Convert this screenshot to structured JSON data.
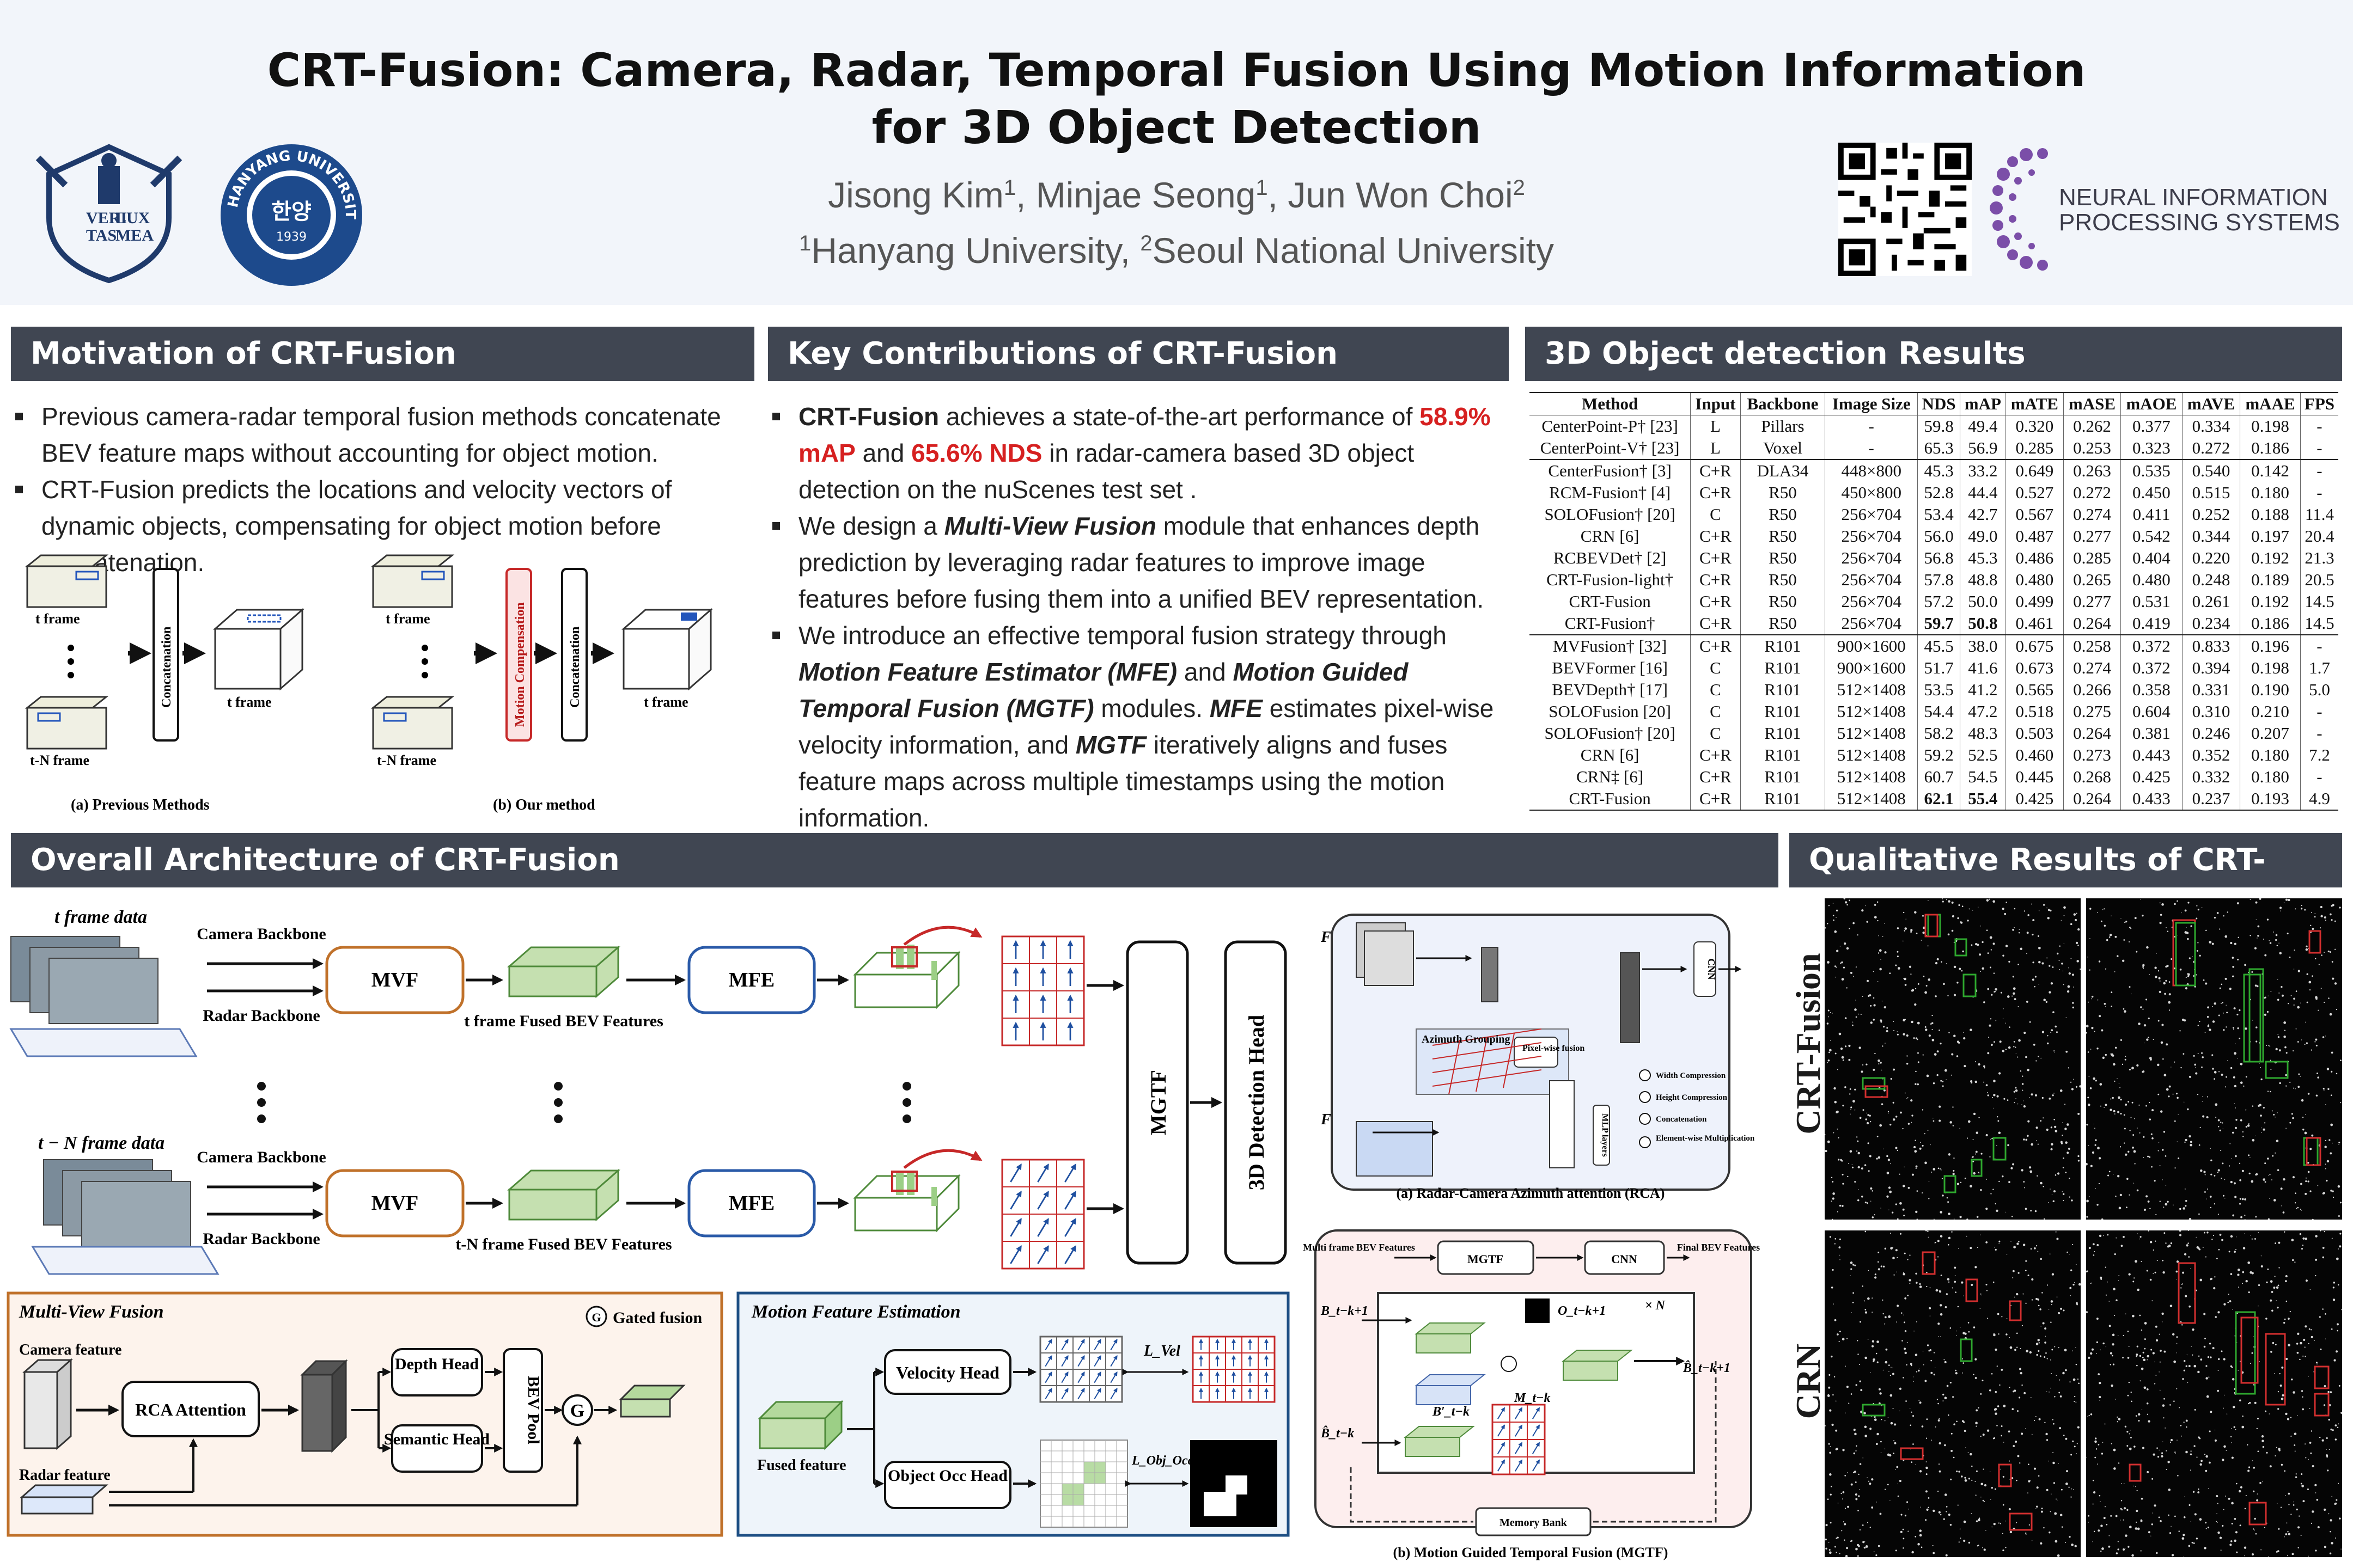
{
  "header": {
    "title_line1": "CRT-Fusion: Camera, Radar, Temporal Fusion Using Motion Information",
    "title_line2": "for 3D Object Detection",
    "authors": [
      "Jisong Kim",
      "Minjae Seong",
      "Jun Won Choi"
    ],
    "author_marks": [
      "1",
      "1",
      "2"
    ],
    "aff_marks": [
      "1",
      "2"
    ],
    "affiliations": [
      "Hanyang University",
      "Seoul National University"
    ],
    "logo_snu_text": [
      "VERI",
      "LUX",
      "TAS",
      "MEA"
    ],
    "logo_hyu_text": {
      "ring": "HANYANG UNIVERSITY",
      "center": "한양",
      "year": "1939"
    },
    "neurips_text": [
      "NEURAL INFORMATION",
      "PROCESSING SYSTEMS"
    ]
  },
  "motivation": {
    "heading": "Motivation of CRT-Fusion",
    "bullets": [
      "Previous camera-radar temporal fusion methods concatenate BEV feature maps without accounting for object motion.",
      "CRT-Fusion predicts the locations and velocity vectors of dynamic objects, compensating for object motion before concatenation."
    ],
    "fig": {
      "t_frame": "t frame",
      "tn_frame": "t-N frame",
      "concat": "Concatenation",
      "motion_comp": "Motion Compensation",
      "cap_a": "(a) Previous Methods",
      "cap_b": "(b) Our method"
    }
  },
  "contrib": {
    "heading": "Key Contributions of CRT-Fusion",
    "b1": {
      "p1": "CRT-Fusion",
      "p2": " achieves a state-of-the-art performance of ",
      "p3": "58.9% mAP",
      "p4": " and ",
      "p5": "65.6% NDS",
      "p6": " in radar-camera based 3D object detection on the nuScenes test set ."
    },
    "b2": {
      "p1": "We design a ",
      "p2": "Multi-View Fusion",
      "p3": " module that enhances depth prediction by leveraging radar features to improve image features before fusing them into a unified BEV representation."
    },
    "b3": {
      "p1": "We introduce an effective temporal fusion strategy through ",
      "p2": "Motion Feature Estimator (MFE)",
      "p3": " and ",
      "p4": "Motion Guided Temporal Fusion (MGTF)",
      "p5": " modules. ",
      "p6": "MFE",
      "p7": " estimates pixel-wise velocity information, and  ",
      "p8": "MGTF",
      "p9": " iteratively aligns and fuses feature maps across multiple timestamps using the motion information."
    }
  },
  "results": {
    "heading": "3D Object detection Results",
    "columns": [
      "Method",
      "Input",
      "Backbone",
      "Image Size",
      "NDS",
      "mAP",
      "mATE",
      "mASE",
      "mAOE",
      "mAVE",
      "mAAE",
      "FPS"
    ],
    "groups": [
      [
        [
          "CenterPoint-P† [23]",
          "L",
          "Pillars",
          "-",
          "59.8",
          "49.4",
          "0.320",
          "0.262",
          "0.377",
          "0.334",
          "0.198",
          "-"
        ],
        [
          "CenterPoint-V† [23]",
          "L",
          "Voxel",
          "-",
          "65.3",
          "56.9",
          "0.285",
          "0.253",
          "0.323",
          "0.272",
          "0.186",
          "-"
        ]
      ],
      [
        [
          "CenterFusion† [3]",
          "C+R",
          "DLA34",
          "448×800",
          "45.3",
          "33.2",
          "0.649",
          "0.263",
          "0.535",
          "0.540",
          "0.142",
          "-"
        ],
        [
          "RCM-Fusion† [4]",
          "C+R",
          "R50",
          "450×800",
          "52.8",
          "44.4",
          "0.527",
          "0.272",
          "0.450",
          "0.515",
          "0.180",
          "-"
        ],
        [
          "SOLOFusion† [20]",
          "C",
          "R50",
          "256×704",
          "53.4",
          "42.7",
          "0.567",
          "0.274",
          "0.411",
          "0.252",
          "0.188",
          "11.4"
        ],
        [
          "CRN [6]",
          "C+R",
          "R50",
          "256×704",
          "56.0",
          "49.0",
          "0.487",
          "0.277",
          "0.542",
          "0.344",
          "0.197",
          "20.4"
        ],
        [
          "RCBEVDet† [2]",
          "C+R",
          "R50",
          "256×704",
          "56.8",
          "45.3",
          "0.486",
          "0.285",
          "0.404",
          "0.220",
          "0.192",
          "21.3"
        ],
        [
          "CRT-Fusion-light†",
          "C+R",
          "R50",
          "256×704",
          "57.8",
          "48.8",
          "0.480",
          "0.265",
          "0.480",
          "0.248",
          "0.189",
          "20.5"
        ],
        [
          "CRT-Fusion",
          "C+R",
          "R50",
          "256×704",
          "57.2",
          "50.0",
          "0.499",
          "0.277",
          "0.531",
          "0.261",
          "0.192",
          "14.5"
        ],
        [
          "CRT-Fusion†",
          "C+R",
          "R50",
          "256×704",
          "59.7",
          "50.8",
          "0.461",
          "0.264",
          "0.419",
          "0.234",
          "0.186",
          "14.5"
        ]
      ],
      [
        [
          "MVFusion† [32]",
          "C+R",
          "R101",
          "900×1600",
          "45.5",
          "38.0",
          "0.675",
          "0.258",
          "0.372",
          "0.833",
          "0.196",
          "-"
        ],
        [
          "BEVFormer [16]",
          "C",
          "R101",
          "900×1600",
          "51.7",
          "41.6",
          "0.673",
          "0.274",
          "0.372",
          "0.394",
          "0.198",
          "1.7"
        ],
        [
          "BEVDepth† [17]",
          "C",
          "R101",
          "512×1408",
          "53.5",
          "41.2",
          "0.565",
          "0.266",
          "0.358",
          "0.331",
          "0.190",
          "5.0"
        ],
        [
          "SOLOFusion [20]",
          "C",
          "R101",
          "512×1408",
          "54.4",
          "47.2",
          "0.518",
          "0.275",
          "0.604",
          "0.310",
          "0.210",
          "-"
        ],
        [
          "SOLOFusion† [20]",
          "C",
          "R101",
          "512×1408",
          "58.2",
          "48.3",
          "0.503",
          "0.264",
          "0.381",
          "0.246",
          "0.207",
          "-"
        ],
        [
          "CRN [6]",
          "C+R",
          "R101",
          "512×1408",
          "59.2",
          "52.5",
          "0.460",
          "0.273",
          "0.443",
          "0.352",
          "0.180",
          "7.2"
        ],
        [
          "CRN‡ [6]",
          "C+R",
          "R101",
          "512×1408",
          "60.7",
          "54.5",
          "0.445",
          "0.268",
          "0.425",
          "0.332",
          "0.180",
          "-"
        ],
        [
          "CRT-Fusion",
          "C+R",
          "R101",
          "512×1408",
          "62.1",
          "55.4",
          "0.425",
          "0.264",
          "0.433",
          "0.237",
          "0.193",
          "4.9"
        ]
      ]
    ]
  },
  "arch": {
    "heading": "Overall Architecture of CRT-Fusion",
    "t_frame_data": "t frame data",
    "tn_frame_data": "t − N frame data",
    "camera_backbone": "Camera Backbone",
    "radar_backbone": "Radar Backbone",
    "mvf": "MVF",
    "mfe": "MFE",
    "mgtf": "MGTF",
    "det_head": "3D Detection Head",
    "t_fused": "t frame Fused BEV Features",
    "tn_fused": "t-N frame Fused BEV Features",
    "mvf_box": {
      "title": "Multi-View Fusion",
      "gated": "Gated fusion",
      "camera": "Camera feature",
      "radar": "Radar feature",
      "rca": "RCA Attention",
      "depth": "Depth Head",
      "semantic": "Semantic Head",
      "bevpool": "BEV Pool",
      "g": "G"
    },
    "mfe_box": {
      "title": "Motion Feature Estimation",
      "fused": "Fused feature",
      "vel": "Velocity Head",
      "occ": "Object Occ Head",
      "lvel": "L_Vel",
      "locc": "L_Obj_Occ"
    },
    "rca": {
      "caption": "(a) Radar-Camera Azimuth attention (RCA)",
      "azimuth": "Azimuth Grouping",
      "pixel": "Pixel-wise fusion",
      "mlp": "MLP layers",
      "cnn": "CNN",
      "legend": [
        "Width Compression",
        "Height Compression",
        "Concatenation",
        "Element-wise Multiplication"
      ]
    },
    "mgtf_fig": {
      "caption": "(b) Motion Guided Temporal Fusion (MGTF)",
      "multi": "Multi frame BEV Features",
      "mgtf": "MGTF",
      "cnn": "CNN",
      "final": "Final BEV Features",
      "memory": "Memory Bank",
      "xn": "× N",
      "b_tk1": "B_t−k+1",
      "o_tk1": "O_t−k+1",
      "m_tk": "M_t−k",
      "b_prime": "B′_t−k",
      "b_hat": "B̂_t−k",
      "b_hat1": "B̂_t−k+1"
    }
  },
  "qual": {
    "heading": "Qualitative Results of CRT-Fusion",
    "row1": "CRT-Fusion",
    "row2": "CRN"
  }
}
